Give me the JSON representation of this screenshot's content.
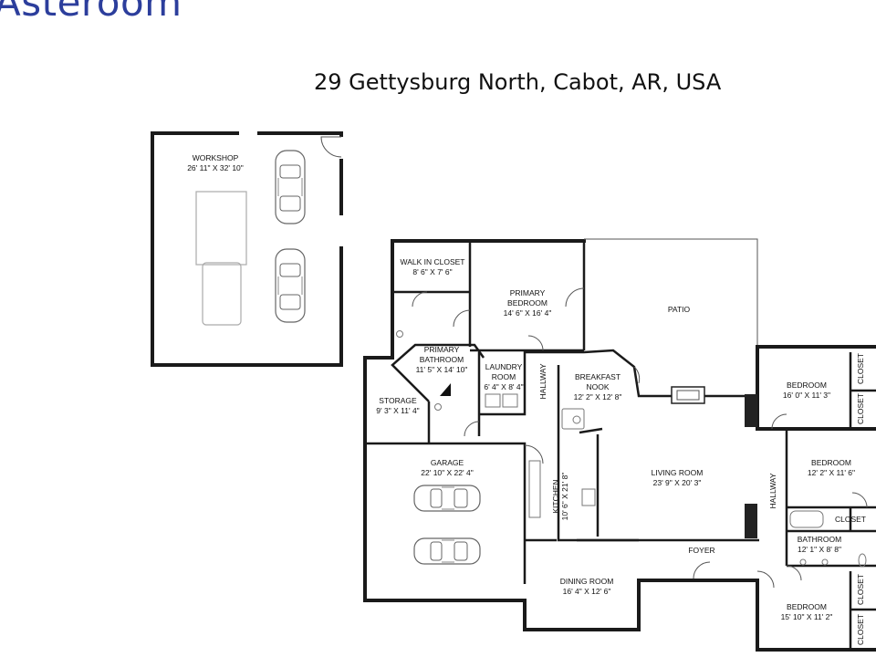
{
  "brand": {
    "logo_text": "Asteroom",
    "color": "#2c3e9c"
  },
  "address": "29 Gettysburg North, Cabot, AR, USA",
  "rooms": [
    {
      "id": "workshop",
      "name": "WORKSHOP",
      "dims": "26' 11\" X 32' 10\""
    },
    {
      "id": "walkin",
      "name": "WALK IN CLOSET",
      "dims": "8' 6\" X 7' 6\""
    },
    {
      "id": "primary-bedroom",
      "name_lines": [
        "PRIMARY",
        "BEDROOM"
      ],
      "dims": "14' 6\" X 16' 4\""
    },
    {
      "id": "patio",
      "name": "PATIO"
    },
    {
      "id": "primary-bathroom",
      "name_lines": [
        "PRIMARY",
        "BATHROOM"
      ],
      "dims": "11' 5\" X 14' 10\""
    },
    {
      "id": "laundry",
      "name_lines": [
        "LAUNDRY",
        "ROOM"
      ],
      "dims": "6' 4\" X 8' 4\""
    },
    {
      "id": "hallway1",
      "name": "HALLWAY"
    },
    {
      "id": "breakfast",
      "name_lines": [
        "BREAKFAST",
        "NOOK"
      ],
      "dims": "12' 2\" X 12' 8\""
    },
    {
      "id": "storage",
      "name": "STORAGE",
      "dims": "9' 3\" X 11' 4\""
    },
    {
      "id": "garage",
      "name": "GARAGE",
      "dims": "22' 10\" X 22' 4\""
    },
    {
      "id": "kitchen",
      "name": "KITCHEN",
      "dims": "10' 6\" X 21' 8\""
    },
    {
      "id": "living",
      "name": "LIVING ROOM",
      "dims": "23' 9\" X 20' 3\""
    },
    {
      "id": "foyer",
      "name": "FOYER"
    },
    {
      "id": "dining",
      "name": "DINING ROOM",
      "dims": "16' 4\" X 12' 6\""
    },
    {
      "id": "hallway2",
      "name": "HALLWAY"
    },
    {
      "id": "bedroom1",
      "name": "BEDROOM",
      "dims": "16' 0\" X 11' 3\""
    },
    {
      "id": "bedroom2",
      "name": "BEDROOM",
      "dims": "12' 2\" X 11' 6\""
    },
    {
      "id": "bathroom",
      "name": "BATHROOM",
      "dims": "12' 1\" X 8' 8\""
    },
    {
      "id": "bedroom3",
      "name": "BEDROOM",
      "dims": "15' 10\" X 11' 2\""
    }
  ],
  "closet_label": "CLOSET"
}
